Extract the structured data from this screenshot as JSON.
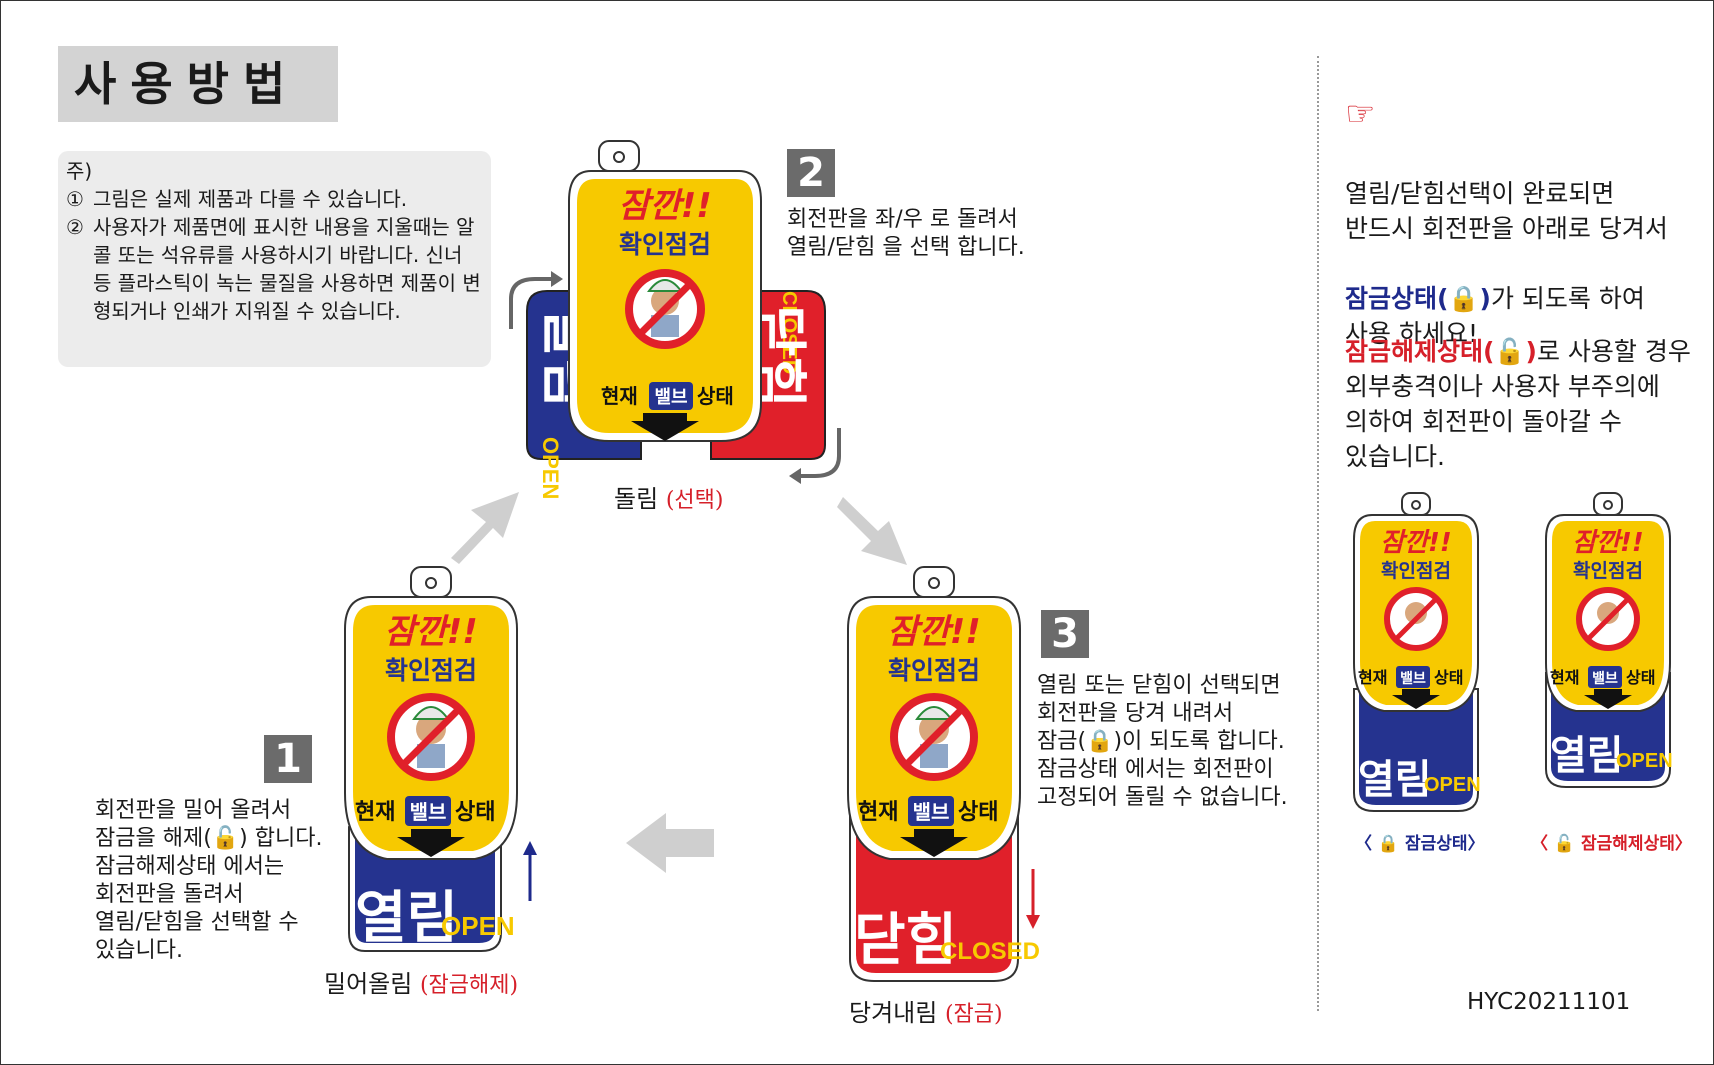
{
  "title": "사용방법",
  "note": {
    "head": "주)",
    "items": [
      {
        "mark": "①",
        "text": "그림은 실제 제품과 다를 수 있습니다."
      },
      {
        "mark": "②",
        "text": "사용자가 제품면에 표시한 내용을 지울때는 알콜 또는 석유류를 사용하시기 바랍니다. 신너 등 플라스틱이 녹는 물질을 사용하면 제품이 변형되거나 인쇄가 지워질 수 있습니다."
      }
    ]
  },
  "steps": [
    {
      "num": "1",
      "text": "회전판을 밀어 올려서\n잠금을 해제(🔓) 합니다.\n잠금해제상태 에서는\n회전판을 돌려서\n열림/닫힘을 선택할 수\n있습니다.",
      "caption": "밀어올림",
      "caption_red": "(잠금해제)"
    },
    {
      "num": "2",
      "text": "회전판을 좌/우 로 돌려서\n열림/닫힘 을 선택 합니다.",
      "caption": "돌림",
      "caption_red": "(선택)"
    },
    {
      "num": "3",
      "text": "열림 또는 닫힘이 선택되면\n회전판을 당겨 내려서\n잠금(🔒)이 되도록 합니다.\n잠금상태 에서는 회전판이\n고정되어 돌릴 수 없습니다.",
      "caption": "당겨내림",
      "caption_red": "(잠금)"
    }
  ],
  "tag": {
    "title": "잠깐!!",
    "subtitle": "확인점검",
    "bottom_a": "현재",
    "bottom_b": "밸브",
    "bottom_c": "상태",
    "open_ko": "열림",
    "open_en": "OPEN",
    "closed_ko": "닫힘",
    "closed_en": "CLOSED",
    "lock_ko": "닫힘",
    "lock_open_ko": "열림"
  },
  "right": {
    "hand": "☞",
    "p1a": "열림/닫힘선택이 완료되면\n반드시 회전판을 아래로 당겨서",
    "p1b": "잠금상태(🔒)",
    "p1c": "가 되도록 하여\n사용 하세요!",
    "p2a": "잠금해제상태(🔓)",
    "p2b": "로 사용할 경우\n외부충격이나 사용자 부주의에\n의하여 회전판이 돌아갈 수\n있습니다.",
    "cap_locked": "〈 🔒 잠금상태〉",
    "cap_unlocked": "〈 🔓 잠금해제상태〉"
  },
  "code": "HYC20211101",
  "colors": {
    "yellow": "#f7c900",
    "blue": "#25338f",
    "red": "#e0202a",
    "gray_arrow": "#cfcfcf"
  }
}
